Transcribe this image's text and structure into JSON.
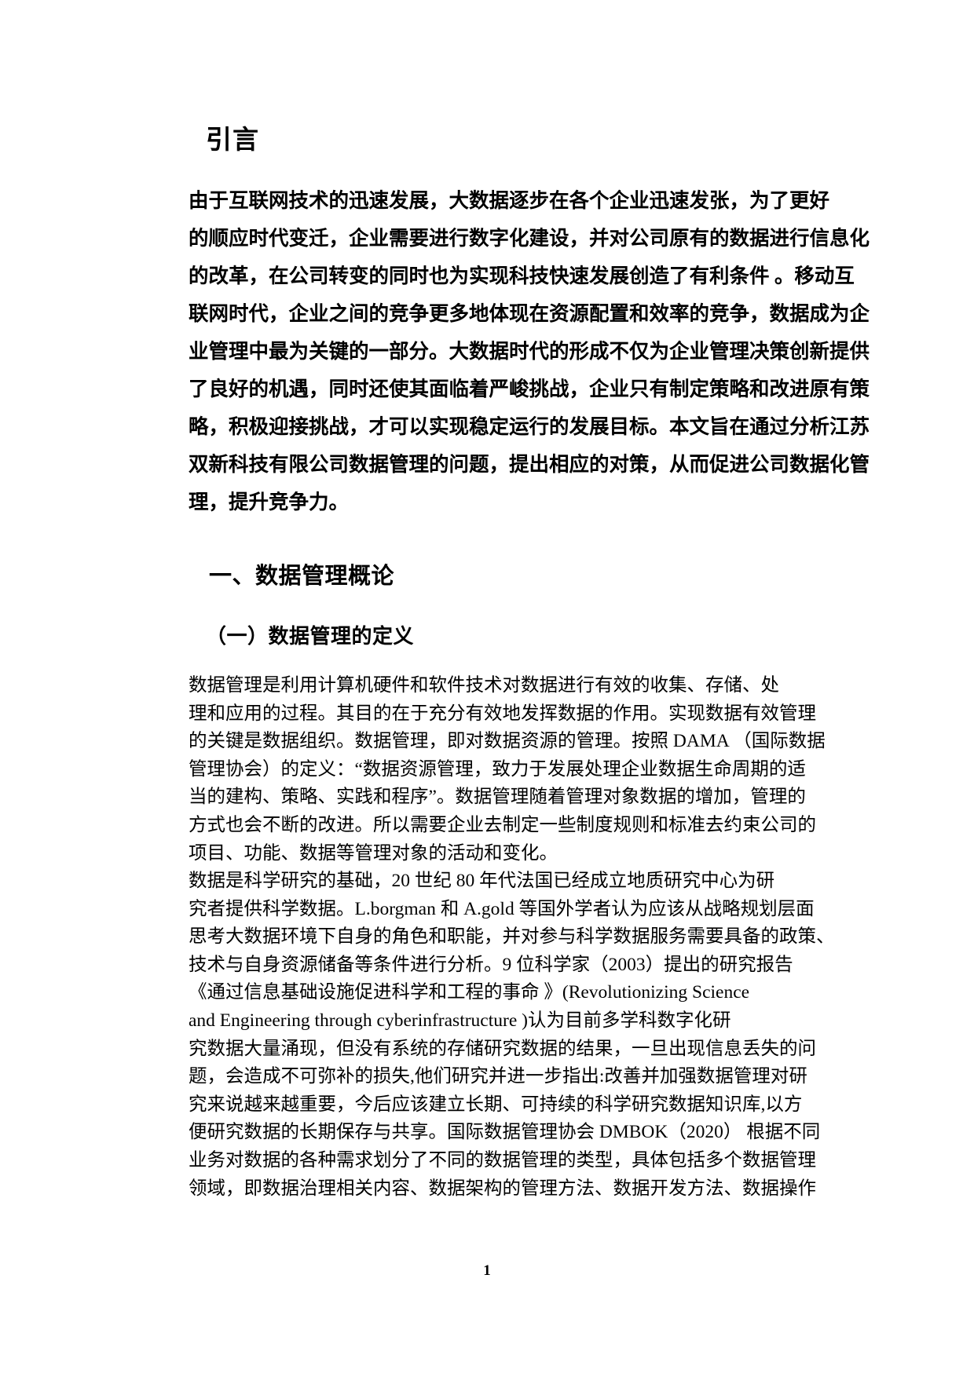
{
  "document": {
    "language": "zh-CN",
    "page_number": "1",
    "headings": {
      "intro": "引言",
      "section_1": "一、数据管理概论",
      "subsection_1_1": "（一）数据管理的定义"
    },
    "intro_paragraph": {
      "full_text": "由于互联网技术的迅速发展，大数据逐步在各个企业迅速发张，为了更好的顺应时代变迁，企业需要进行数字化建设，并对公司原有的数据进行信息化的改革，在公司转变的同时也为实现科技快速发展创造了有利条件 。移动互联网时代，企业之间的竞争更多地体现在资源配置和效率的竞争，数据成为企业管理中最为关键的一部分。大数据时代的形成不仅为企业管理决策创新提供了良好的机遇，同时还使其面临着严峻挑战，企业只有制定策略和改进原有策略，积极迎接挑战，才可以实现稳定运行的发展目标。本文旨在通过分析江苏双新科技有限公司数据管理的问题，提出相应的对策，从而促进公司数据化管理，提升竞争力。",
      "lines": [
        "由于互联网技术的迅速发展，大数据逐步在各个企业迅速发张，为了更好",
        "的顺应时代变迁，企业需要进行数字化建设，并对公司原有的数据进行信息化",
        "的改革，在公司转变的同时也为实现科技快速发展创造了有利条件 。移动互",
        "联网时代，企业之间的竞争更多地体现在资源配置和效率的竞争，数据成为企",
        "业管理中最为关键的一部分。大数据时代的形成不仅为企业管理决策创新提供",
        "了良好的机遇，同时还使其面临着严峻挑战，企业只有制定策略和改进原有策",
        "略，积极迎接挑战，才可以实现稳定运行的发展目标。本文旨在通过分析江苏",
        "双新科技有限公司数据管理的问题，提出相应的对策，从而促进公司数据化管",
        "理，提升竞争力。"
      ]
    },
    "body_paragraph_1": {
      "full_text": "数据管理是利用计算机硬件和软件技术对数据进行有效的收集、存储、处理和应用的过程。其目的在于充分有效地发挥数据的作用。实现数据有效管理的关键是数据组织。数据管理，即对数据资源的管理。按照 DAMA （国际数据管理协会）的定义：“数据资源管理，致力于发展处理企业数据生命周期的适当的建构、策略、实践和程序”。数据管理随着管理对象数据的增加，管理的方式也会不断的改进。所以需要企业去制定一些制度规则和标准去约束公司的项目、功能、数据等管理对象的活动和变化。",
      "lines": [
        "数据管理是利用计算机硬件和软件技术对数据进行有效的收集、存储、处",
        "理和应用的过程。其目的在于充分有效地发挥数据的作用。实现数据有效管理",
        "的关键是数据组织。数据管理，即对数据资源的管理。按照 DAMA （国际数据",
        "管理协会）的定义：“数据资源管理，致力于发展处理企业数据生命周期的适",
        "当的建构、策略、实践和程序”。数据管理随着管理对象数据的增加，管理的",
        "方式也会不断的改进。所以需要企业去制定一些制度规则和标准去约束公司的",
        "项目、功能、数据等管理对象的活动和变化。"
      ]
    },
    "body_paragraph_2": {
      "full_text": "数据是科学研究的基础，20 世纪 80 年代法国已经成立地质研究中心为研究者提供科学数据。L.borgman 和 A.gold 等国外学者认为应该从战略规划层面思考大数据环境下自身的角色和职能，并对参与科学数据服务需要具备的政策、技术与自身资源储备等条件进行分析。9 位科学家（2003）提出的研究报告《通过信息基础设施促进科学和工程的事命 》(Revolutionizing Science and Engineering through cyberinfrastructure )认为目前多学科数字化研究数据大量涌现，但没有系统的存储研究数据的结果，一旦出现信息丢失的问题，会造成不可弥补的损失,他们研究并进一步指出:改善并加强数据管理对研究来说越来越重要，今后应该建立长期、可持续的科学研究数据知识库,以方便研究数据的长期保存与共享。国际数据管理协会 DMBOK（2020） 根据不同业务对数据的各种需求划分了不同的数据管理的类型，具体包括多个数据管理领域，即数据治理相关内容、数据架构的管理方法、数据开发方法、数据操作",
      "lines": [
        "数据是科学研究的基础，20 世纪 80 年代法国已经成立地质研究中心为研",
        "究者提供科学数据。L.borgman 和 A.gold 等国外学者认为应该从战略规划层面",
        "思考大数据环境下自身的角色和职能，并对参与科学数据服务需要具备的政策、",
        "技术与自身资源储备等条件进行分析。9 位科学家（2003）提出的研究报告",
        "《通过信息基础设施促进科学和工程的事命 》(Revolutionizing Science",
        "and Engineering through cyberinfrastructure )认为目前多学科数字化研",
        "究数据大量涌现，但没有系统的存储研究数据的结果，一旦出现信息丢失的问",
        "题，会造成不可弥补的损失,他们研究并进一步指出:改善并加强数据管理对研",
        "究来说越来越重要，今后应该建立长期、可持续的科学研究数据知识库,以方",
        "便研究数据的长期保存与共享。国际数据管理协会 DMBOK（2020） 根据不同",
        "业务对数据的各种需求划分了不同的数据管理的类型，具体包括多个数据管理",
        "领域，即数据治理相关内容、数据架构的管理方法、数据开发方法、数据操作"
      ]
    }
  }
}
